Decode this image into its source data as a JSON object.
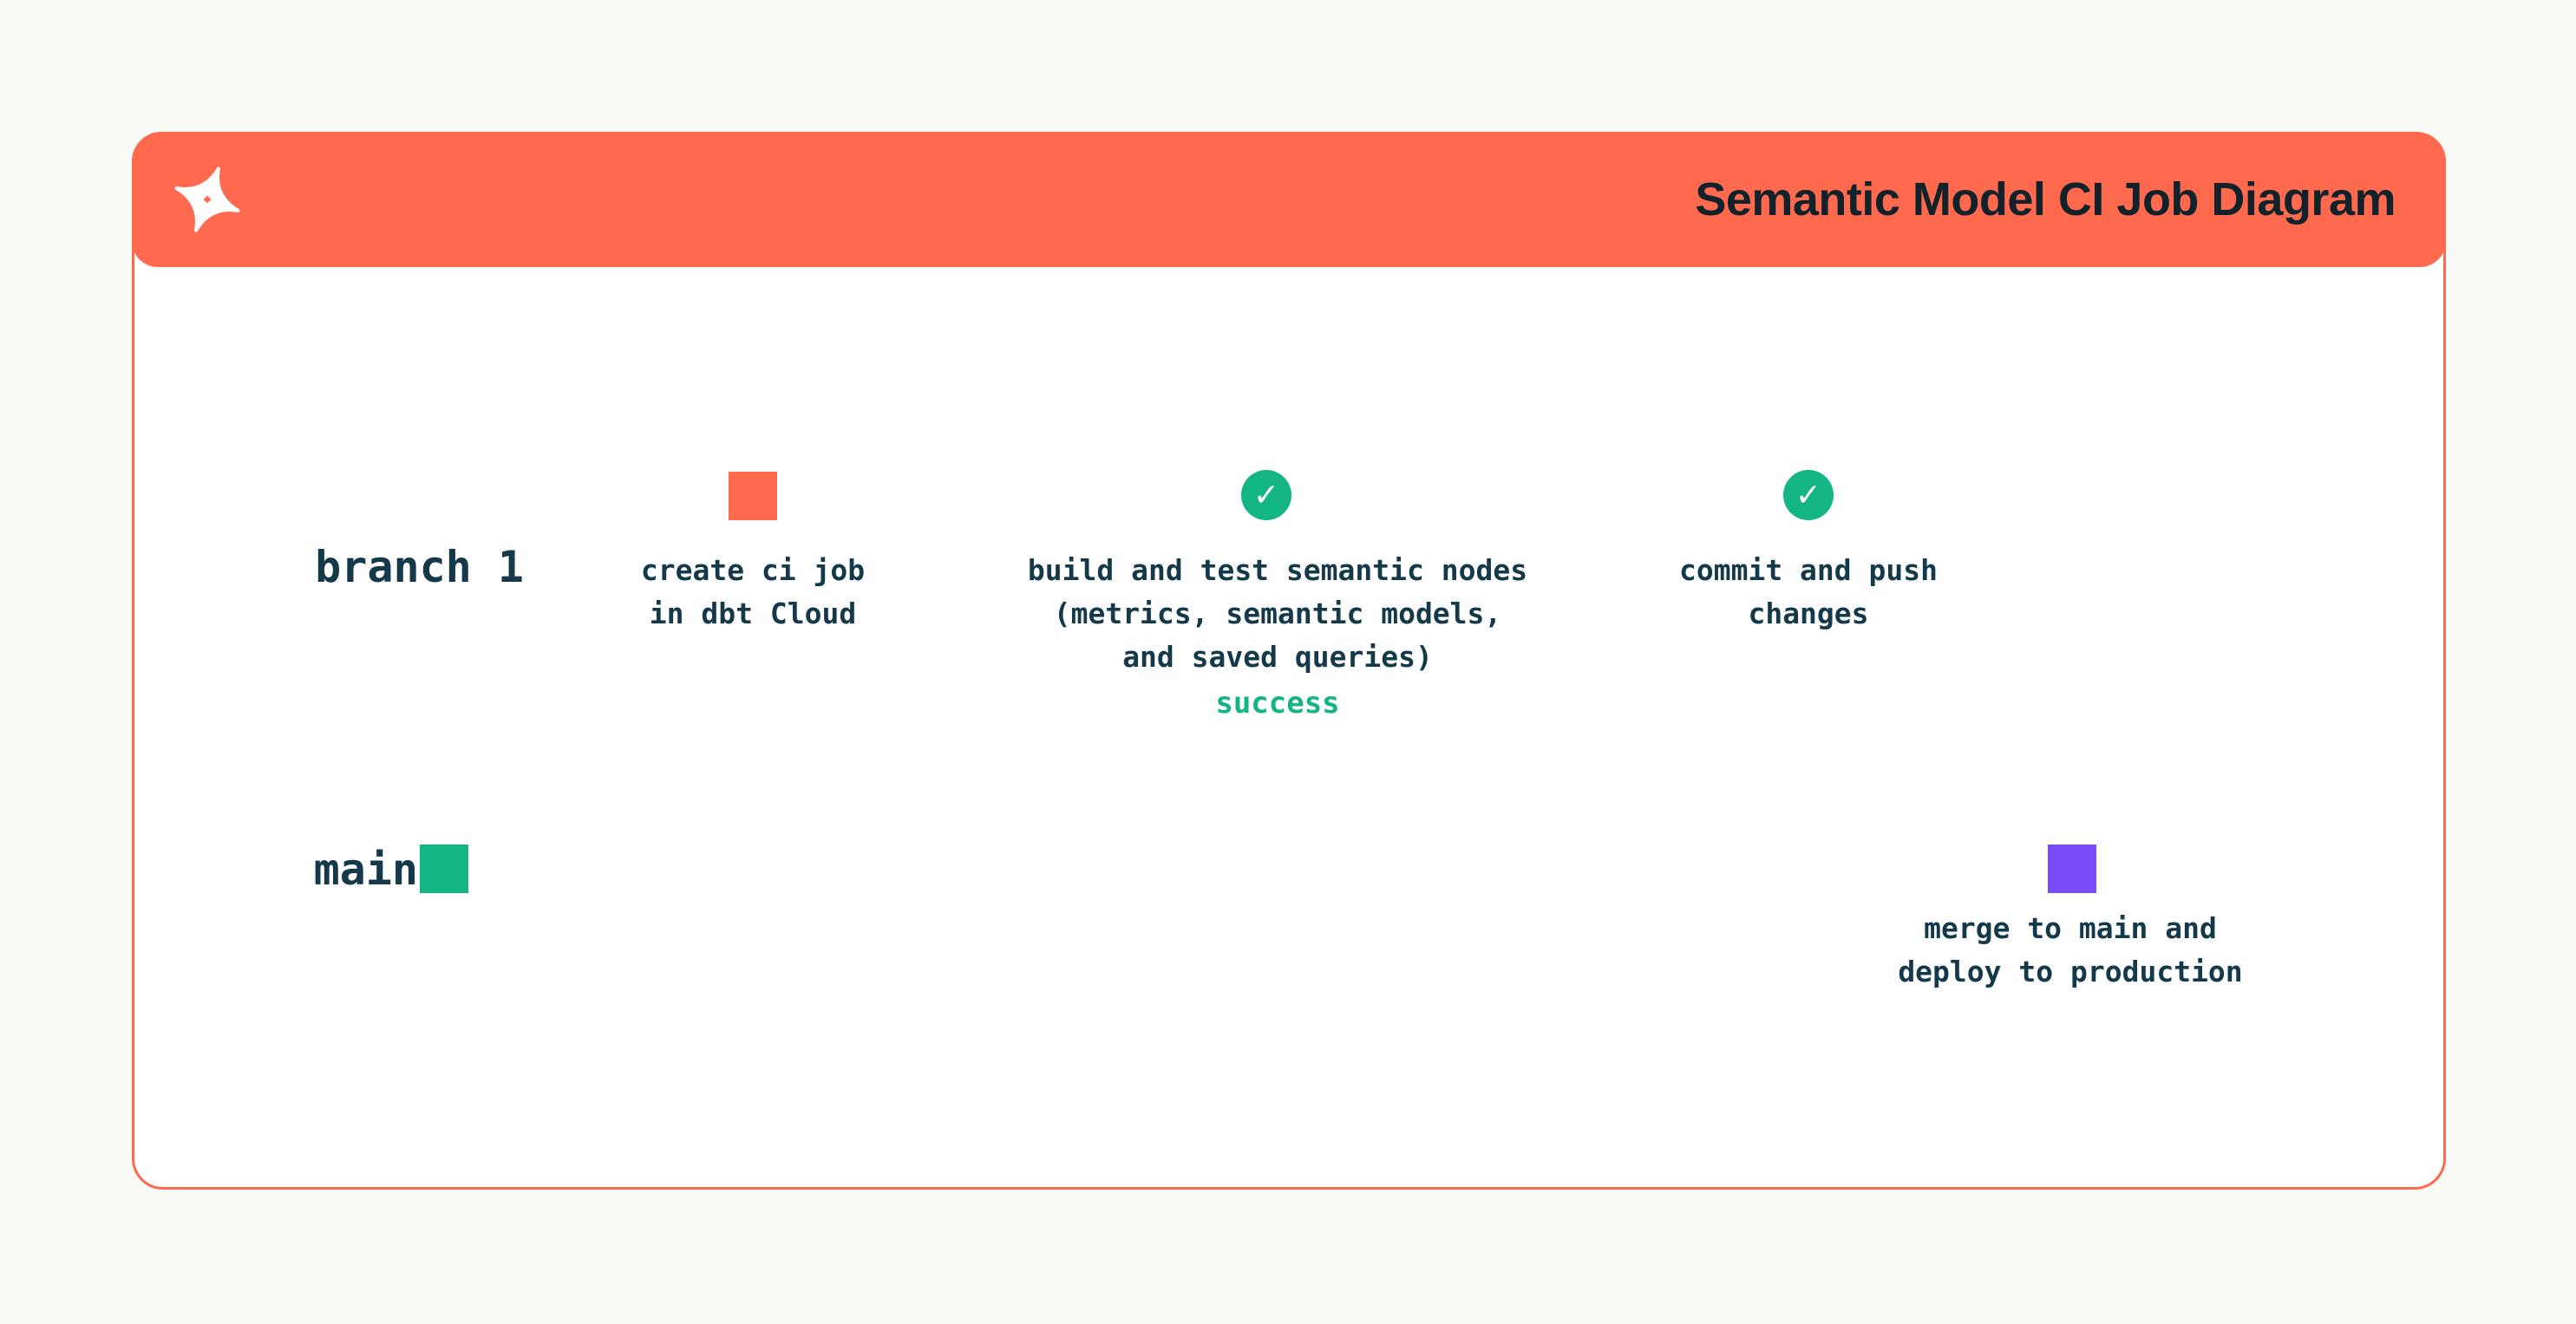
{
  "header": {
    "title": "Semantic Model CI Job Diagram",
    "logo": "dbt-logo",
    "background": "#ff694d"
  },
  "diagram": {
    "branch_label": "branch 1",
    "main_label": "main",
    "success_label": "success",
    "icons": {
      "check": "✓"
    },
    "nodes": {
      "create_ci": {
        "line1": "create ci job",
        "line2": "in dbt Cloud"
      },
      "build_test": {
        "line1": "build and test semantic nodes",
        "line2": "(metrics, semantic models,",
        "line3": "and saved queries)"
      },
      "commit_push": {
        "line1": "commit and push",
        "line2": "changes"
      },
      "merge_deploy": {
        "line1": "merge to main and",
        "line2": "deploy to production"
      }
    },
    "colors": {
      "orange": "#ff694d",
      "green": "#14b584",
      "yellow": "#ffc933",
      "purple": "#7a4bf9",
      "text": "#14394b",
      "arrow_black": "#131313"
    }
  }
}
